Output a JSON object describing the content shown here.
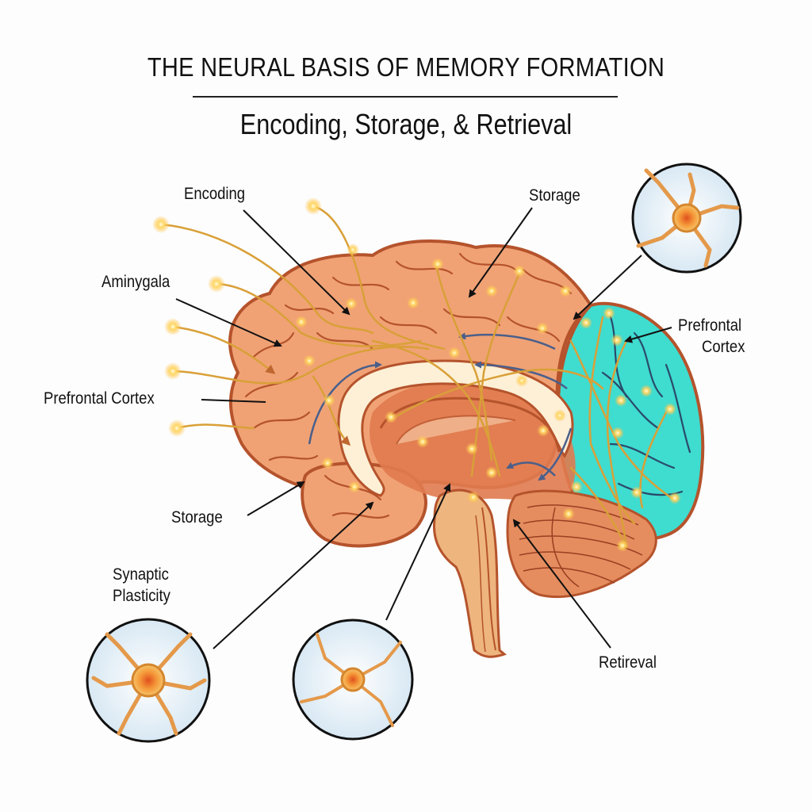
{
  "header": {
    "title": "THE NEURAL BASIS OF MEMORY FORMATION",
    "subtitle": "Encoding, Storage, & Retrieval"
  },
  "labels": {
    "encoding": "Encoding",
    "storage_top": "Storage",
    "aminygala": "Aminygala",
    "prefrontal_left": "Prefrontal Cortex",
    "prefrontal_right_line1": "Prefrontal",
    "prefrontal_right_line2": "Cortex",
    "storage_bottom": "Storage",
    "synaptic_line1": "Synaptic",
    "synaptic_line2": "Plasticity",
    "retrieval": "Retireval"
  },
  "colors": {
    "cortex": "#f0a275",
    "cortex_outline": "#b5532c",
    "prefrontal_highlight": "#3fdcd0",
    "corpus_callosum": "#fdf0d6",
    "limbic": "#e07a4f",
    "brainstem": "#eeb57f",
    "neuron_path": "#d9a038",
    "glow_node": "#ffd766",
    "blue_pathway": "#4a5f8a",
    "inset_background": "#e7f1f8"
  }
}
